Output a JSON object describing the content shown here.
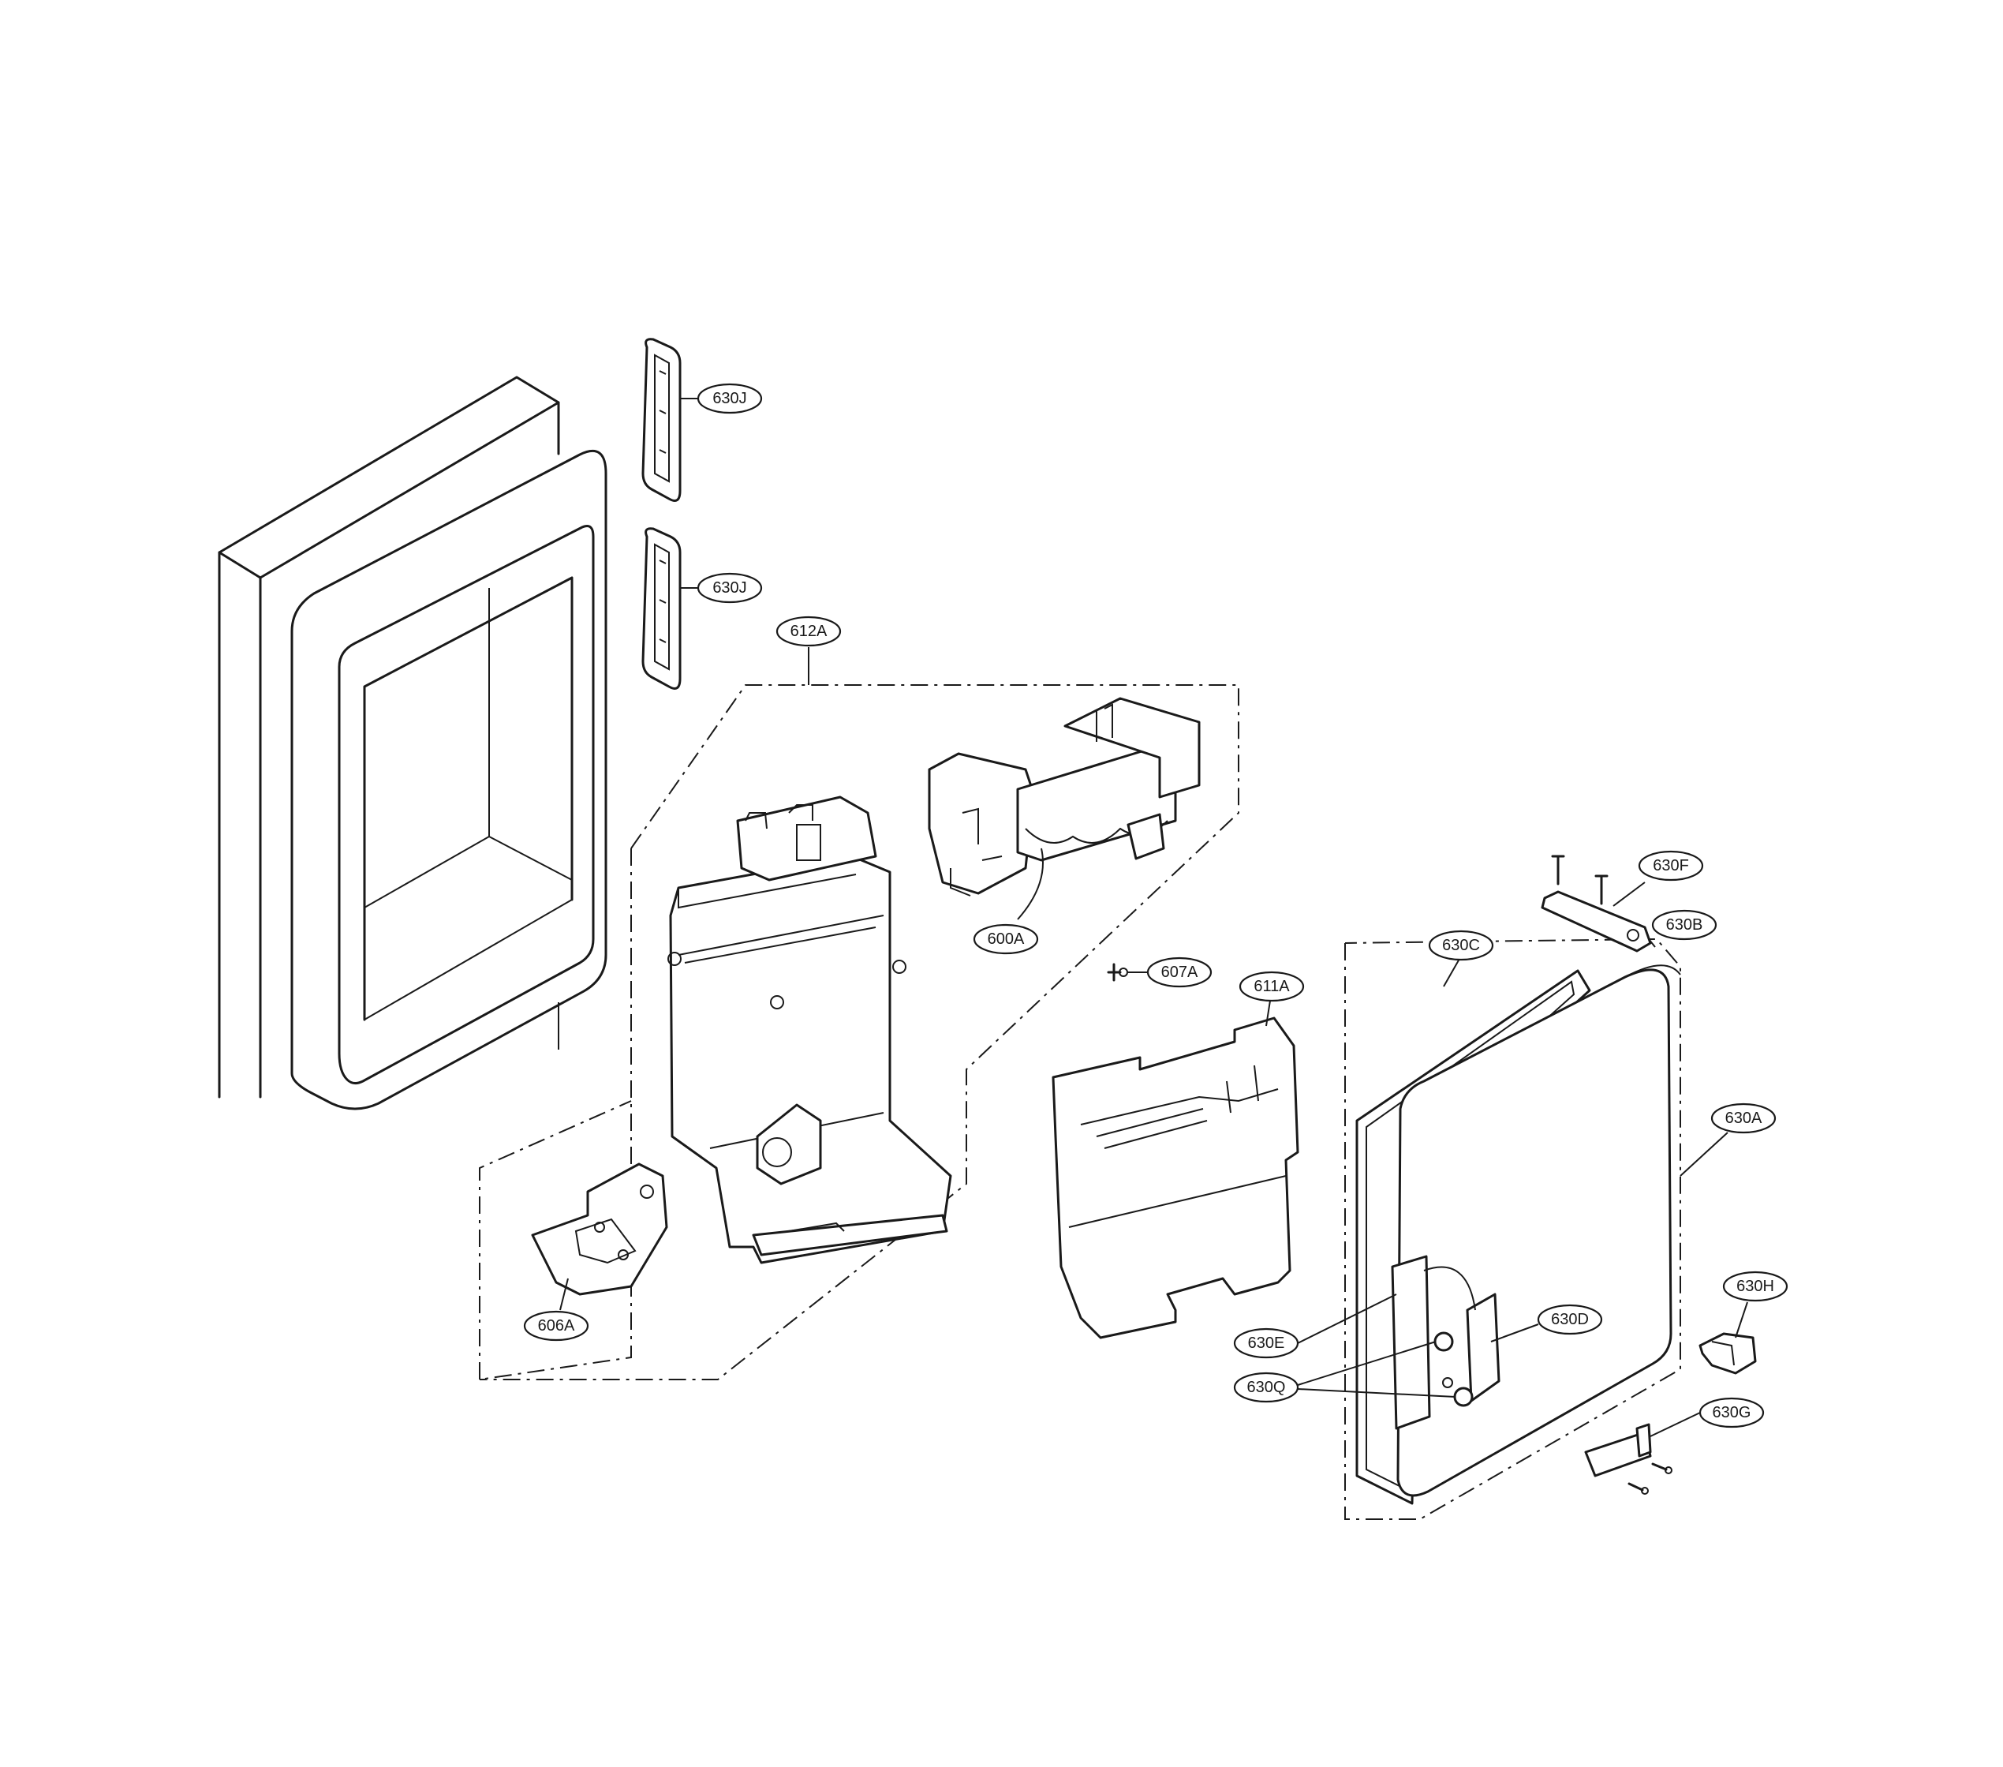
{
  "diagram": {
    "type": "exploded parts diagram",
    "callouts": [
      {
        "id": "c-630j-top",
        "label": "630J"
      },
      {
        "id": "c-630j-bottom",
        "label": "630J"
      },
      {
        "id": "c-612a",
        "label": "612A"
      },
      {
        "id": "c-600a",
        "label": "600A"
      },
      {
        "id": "c-607a",
        "label": "607A"
      },
      {
        "id": "c-611a",
        "label": "611A"
      },
      {
        "id": "c-606a",
        "label": "606A"
      },
      {
        "id": "c-630f",
        "label": "630F"
      },
      {
        "id": "c-630b",
        "label": "630B"
      },
      {
        "id": "c-630c",
        "label": "630C"
      },
      {
        "id": "c-630a",
        "label": "630A"
      },
      {
        "id": "c-630h",
        "label": "630H"
      },
      {
        "id": "c-630d",
        "label": "630D"
      },
      {
        "id": "c-630e",
        "label": "630E"
      },
      {
        "id": "c-630q",
        "label": "630Q"
      },
      {
        "id": "c-630g",
        "label": "630G"
      }
    ]
  }
}
